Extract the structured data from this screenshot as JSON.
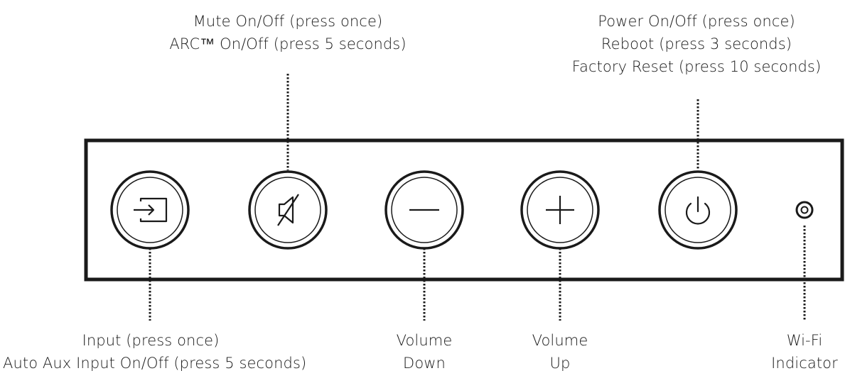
{
  "callouts": {
    "mute": {
      "lines": [
        "Mute On/Off (press once)",
        "ARC™ On/Off (press 5 seconds)"
      ]
    },
    "power": {
      "lines": [
        "Power On/Off (press once)",
        "Reboot (press 3 seconds)",
        "Factory Reset (press 10 seconds)"
      ]
    },
    "input": {
      "lines": [
        "Input (press once)",
        "Auto Aux Input On/Off (press 5 seconds)"
      ]
    },
    "volume_down": {
      "lines": [
        "Volume",
        "Down"
      ]
    },
    "volume_up": {
      "lines": [
        "Volume",
        "Up"
      ]
    },
    "wifi": {
      "lines": [
        "Wi-Fi",
        "Indicator"
      ]
    }
  },
  "buttons": [
    {
      "name": "input",
      "icon": "input-icon"
    },
    {
      "name": "mute",
      "icon": "mute-icon"
    },
    {
      "name": "volume-down",
      "icon": "minus-icon"
    },
    {
      "name": "volume-up",
      "icon": "plus-icon"
    },
    {
      "name": "power",
      "icon": "power-icon"
    }
  ],
  "indicator": {
    "name": "wifi",
    "icon": "wifi-indicator-icon"
  },
  "colors": {
    "ink": "#1a1a1a",
    "panel_border": "#1a1a1a",
    "background": "#ffffff"
  }
}
